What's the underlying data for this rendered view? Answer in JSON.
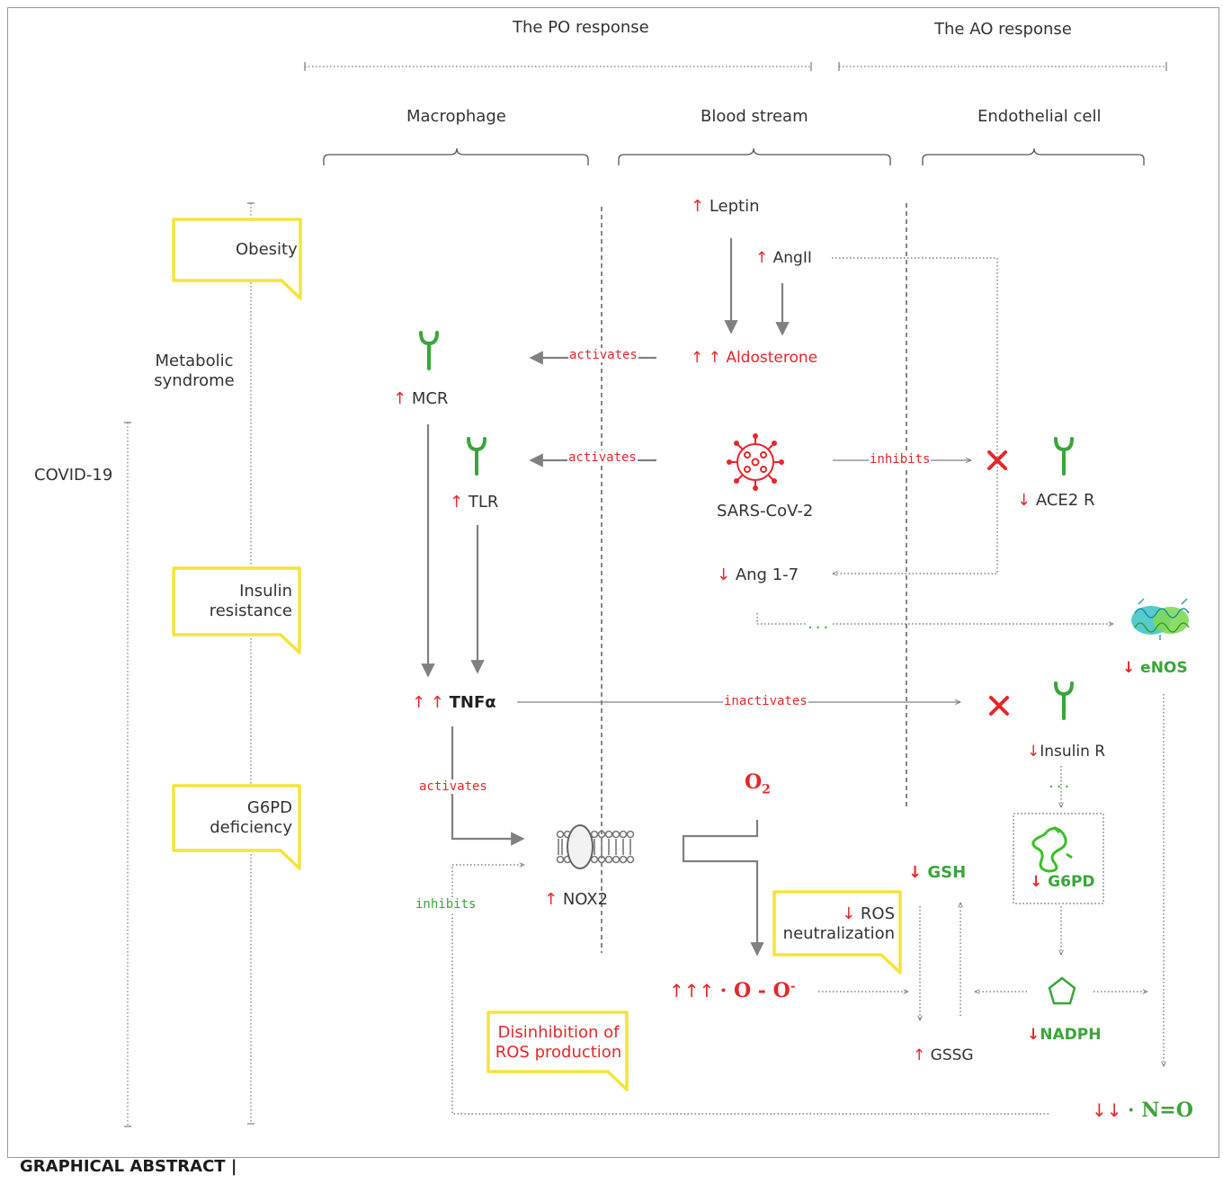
{
  "headers": {
    "po_response": "The PO response",
    "ao_response": "The AO response",
    "macrophage": "Macrophage",
    "blood_stream": "Blood stream",
    "endothelial_cell": "Endothelial cell"
  },
  "conditions": {
    "obesity": "Obesity",
    "metabolic_syndrome_1": "Metabolic",
    "metabolic_syndrome_2": "syndrome",
    "covid": "COVID-19",
    "insulin_resistance_1": "Insulin",
    "insulin_resistance_2": "resistance",
    "g6pd_deficiency_1": "G6PD",
    "g6pd_deficiency_2": "deficiency"
  },
  "nodes": {
    "leptin": "Leptin",
    "angii": "AngII",
    "aldosterone": "Aldosterone",
    "mcr": "MCR",
    "tlr": "TLR",
    "sars": "SARS-CoV-2",
    "ace2r": "ACE2 R",
    "ang17": "Ang 1-7",
    "enos": "eNOS",
    "tnfa": "TNFα",
    "insulin_r": "Insulin R",
    "o2": "O",
    "o2_sub": "2",
    "nox2": "NOX2",
    "gsh": "GSH",
    "g6pd": "G6PD",
    "ros_neutralization_1": "ROS",
    "ros_neutralization_2": "neutralization",
    "superoxide": "· O - O",
    "superoxide_sup": "-",
    "nadph": "NADPH",
    "gssg": "GSSG",
    "disinhibition_1": "Disinhibition of",
    "disinhibition_2": "ROS production",
    "no": "· N=O"
  },
  "arrows_text": {
    "up": "↑",
    "up2": "↑ ↑",
    "up3": "↑↑↑",
    "down": "↓",
    "down2": "↓↓"
  },
  "edge_labels": {
    "activates_1": "activates",
    "activates_2": "activates",
    "activates_3": "activates",
    "inhibits_1": "inhibits",
    "inhibits_2": "inhibits",
    "inactivates": "inactivates",
    "dots_1": "...",
    "dots_2": "..."
  },
  "footer": "GRAPHICAL ABSTRACT |",
  "colors": {
    "red": "#e8262a",
    "green": "#3aa53a",
    "yellow": "#f5e33b",
    "gray_arrow": "#808080"
  }
}
